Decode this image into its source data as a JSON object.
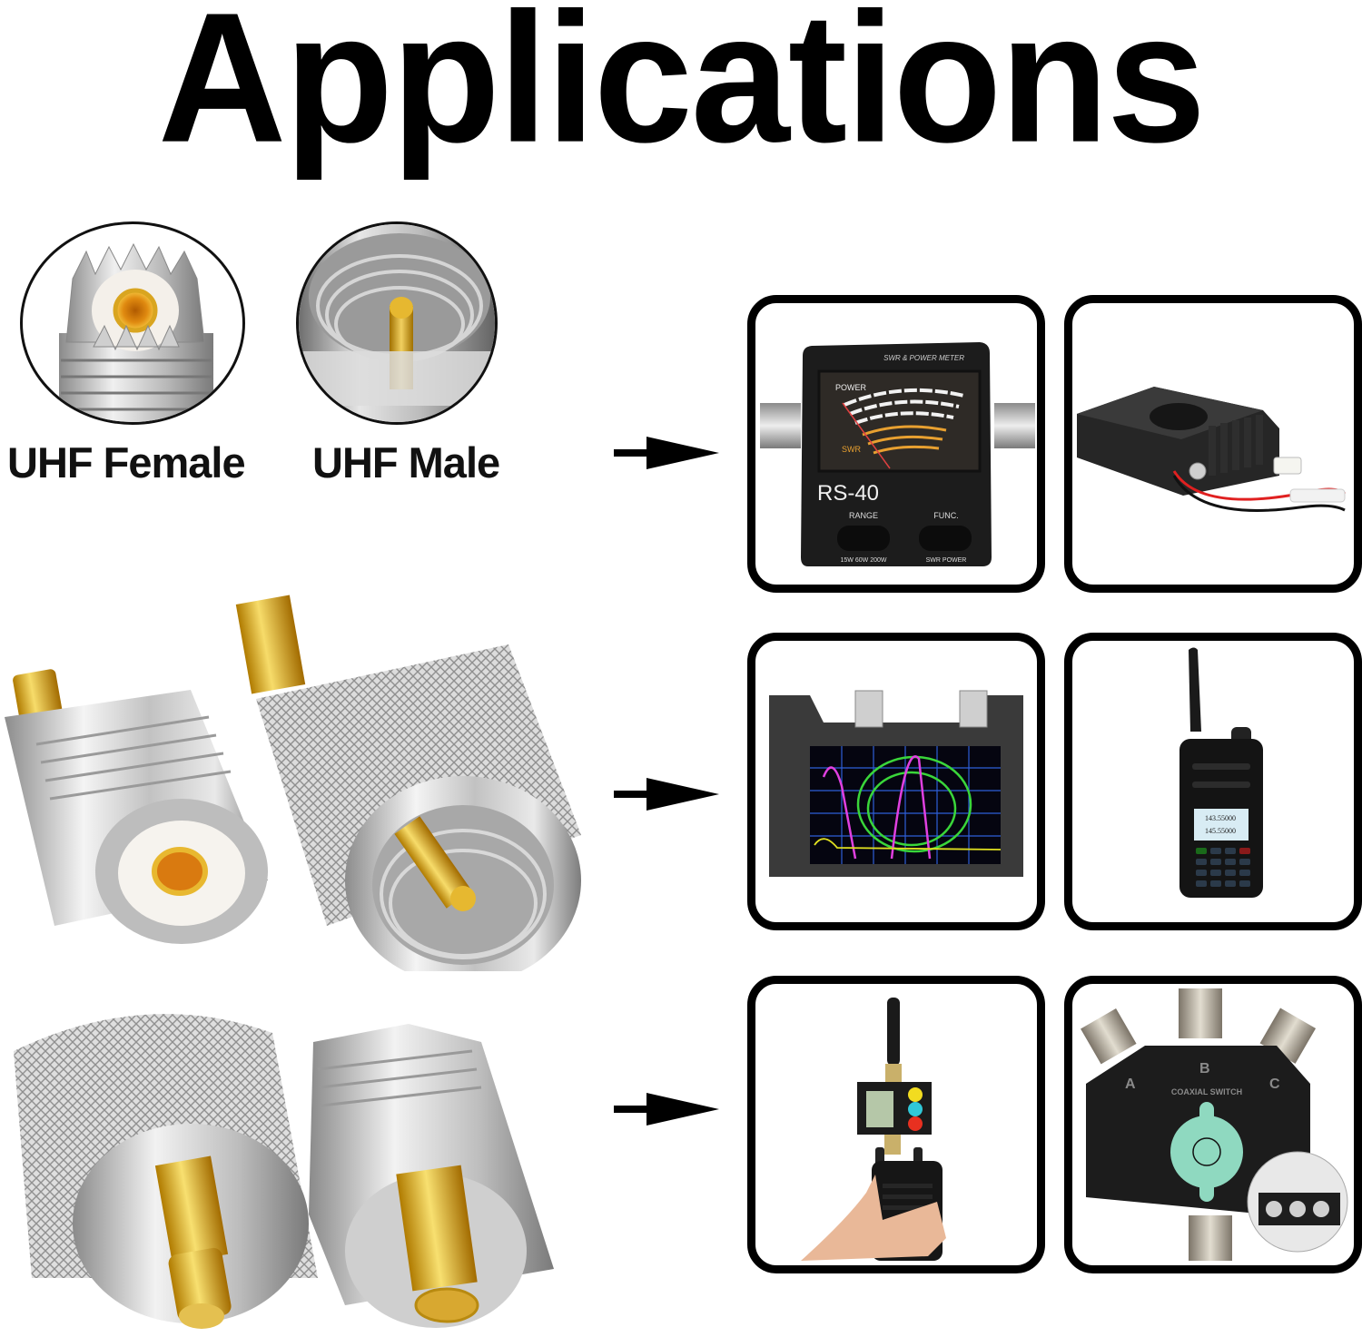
{
  "title": "Applications",
  "connectors": {
    "female_label": "UHF Female",
    "male_label": "UHF Male"
  },
  "arrows": [
    {
      "row": 1,
      "direction": "right"
    },
    {
      "row": 2,
      "direction": "right"
    },
    {
      "row": 3,
      "direction": "right"
    }
  ],
  "panels": [
    {
      "id": "swr-power-meter",
      "device": "SWR & power meter",
      "brand_text": "SWR & POWER METER",
      "model": "RS-40",
      "meter_labels": {
        "power": "POWER",
        "swr": "SWR"
      },
      "range_label": "RANGE",
      "range_options": "15W 60W 200W",
      "func_label": "FUNC.",
      "func_options": "SWR  POWER"
    },
    {
      "id": "mobile-radio",
      "device": "Mobile transceiver with power cable"
    },
    {
      "id": "vector-network-analyzer",
      "device": "Antenna / vector network analyzer"
    },
    {
      "id": "handheld-radio",
      "device": "Handheld two-way radio",
      "display_line1": "143.55000",
      "display_line2": "145.55000"
    },
    {
      "id": "swr-meter-handheld",
      "device": "Handheld radio with SWR meter"
    },
    {
      "id": "coaxial-switch",
      "device": "Coaxial switch",
      "label": "COAXIAL SWITCH",
      "ports": [
        "A",
        "B",
        "C"
      ]
    }
  ],
  "colors": {
    "border": "#000000",
    "background": "#ffffff",
    "silver": "#c9c9c9",
    "gold": "#d9a520",
    "meter_orange": "#e8a030",
    "switch_mint": "#8fd9c0"
  }
}
